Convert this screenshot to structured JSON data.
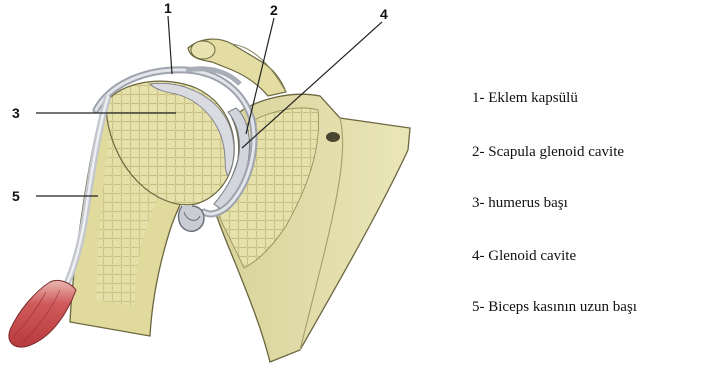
{
  "callouts": [
    "1",
    "2",
    "4",
    "3",
    "5"
  ],
  "legend": [
    "1- Eklem kapsülü",
    "2- Scapula glenoid cavite",
    "3- humerus başı",
    "4- Glenoid cavite",
    "5- Biceps kasının uzun başı"
  ],
  "colors": {
    "bone": "#e4dfa6",
    "bone_dark": "#cfc88a",
    "cartilage": "#c9ccd3",
    "capsule": "#b8bcc6",
    "muscle": "#c7474a",
    "outline": "#6b6640",
    "leader": "#222222"
  }
}
